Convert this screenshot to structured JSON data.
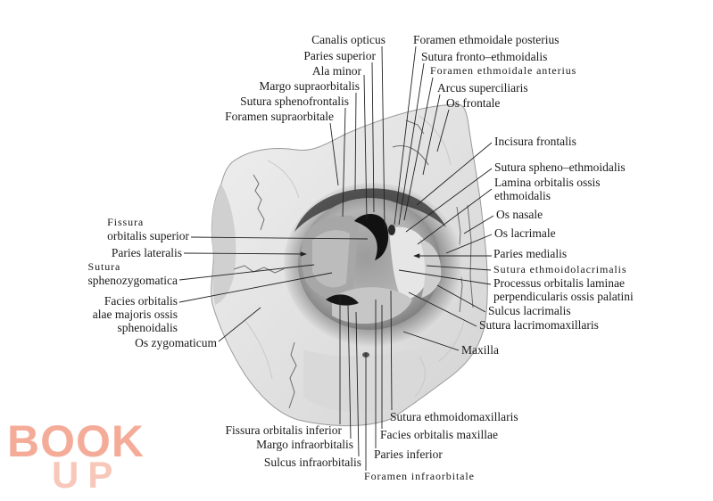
{
  "labels": {
    "canalis_opticus": "Canalis opticus",
    "paries_superior": "Paries superior",
    "ala_minor": "Ala minor",
    "margo_supraorbitalis": "Margo supraorbitalis",
    "sutura_sphenofrontalis": "Sutura sphenofrontalis",
    "foramen_supraorbitale": "Foramen supraorbitale",
    "foramen_ethmoidale_posterius": "Foramen ethmoidale posterius",
    "sutura_fronto_ethmoidalis": "Sutura fronto–ethmoidalis",
    "foramen_ethmoidale_anterius": "Foramen ethmoidale anterius",
    "arcus_superciliaris": "Arcus superciliaris",
    "os_frontale": "Os frontale",
    "incisura_frontalis": "Incisura frontalis",
    "sutura_spheno_ethmoidalis": "Sutura spheno–ethmoidalis",
    "lamina_orbitalis": [
      "Lamina orbitalis ossis",
      "ethmoidalis"
    ],
    "os_nasale": "Os nasale",
    "os_lacrimale": "Os lacrimale",
    "paries_medialis": "Paries medialis",
    "sutura_ethmoidolacrimalis": "Sutura ethmoidolacrimalis",
    "processus_orbitalis": [
      "Processus orbitalis laminae",
      "perpendicularis ossis palatini"
    ],
    "sulcus_lacrimalis": "Sulcus lacrimalis",
    "sutura_lacrimomaxillaris": "Sutura lacrimomaxillaris",
    "maxilla": "Maxilla",
    "fissura_orbitalis_superior": [
      "Fissura",
      "orbitalis superior"
    ],
    "paries_lateralis": "Paries lateralis",
    "sutura_sphenozygomatica": [
      "Sutura",
      "sphenozygomatica"
    ],
    "facies_orbitalis_alae": [
      "Facies orbitalis",
      "alae majoris ossis",
      "sphenoidalis"
    ],
    "os_zygomaticum": "Os zygomaticum",
    "sutura_ethmoidomaxillaris": "Sutura ethmoidomaxillaris",
    "fissura_orbitalis_inferior": "Fissura orbitalis inferior",
    "facies_orbitalis_maxillae": "Facies orbitalis maxillae",
    "margo_infraorbitalis": "Margo infraorbitalis",
    "paries_inferior": "Paries inferior",
    "sulcus_infraorbitalis": "Sulcus infraorbitalis",
    "foramen_infraorbitale": "Foramen infraorbitale"
  },
  "watermark": {
    "line1": "BOOK",
    "line2": "UP"
  },
  "colors": {
    "label_ink": "#1a1a1a",
    "watermark_primary": "#f3a48f",
    "watermark_secondary": "#f7c2b2",
    "bone": "#e4e4e4",
    "fissure": "#111111"
  }
}
